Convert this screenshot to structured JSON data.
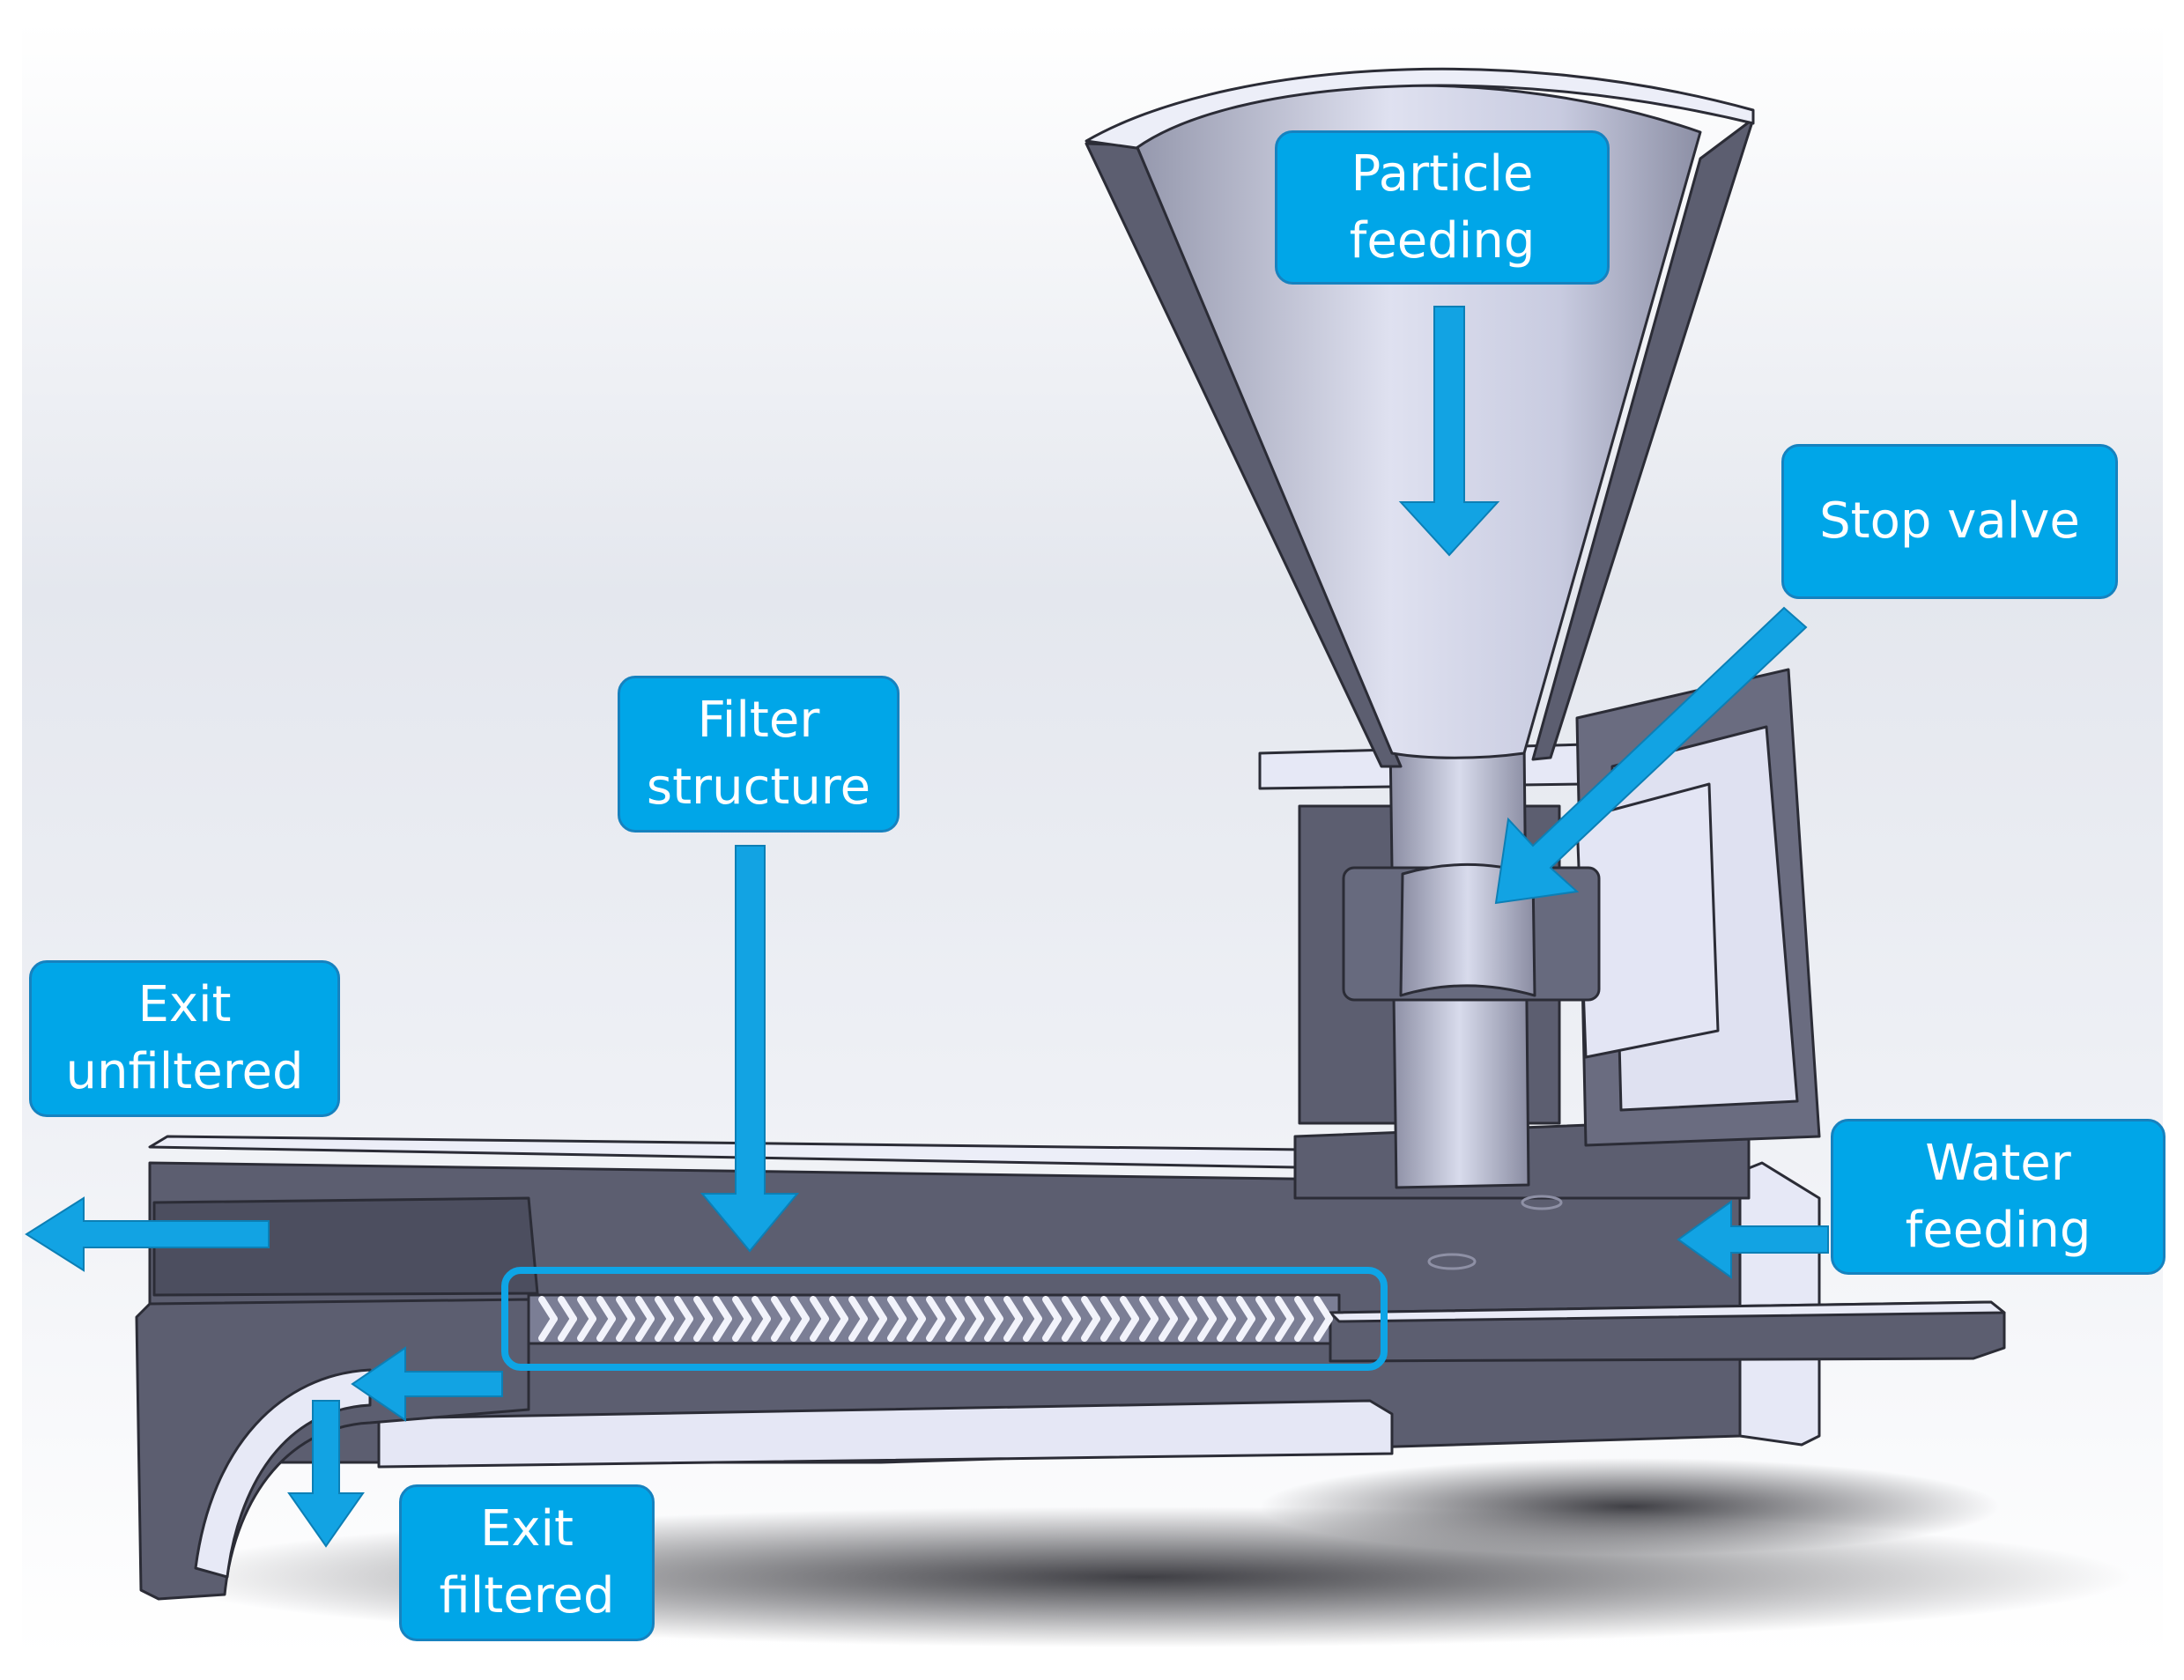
{
  "labels": {
    "particle_feeding": [
      "Particle",
      "feeding"
    ],
    "stop_valve": [
      "Stop valve"
    ],
    "filter_structure": [
      "Filter",
      "structure"
    ],
    "exit_unfiltered": [
      "Exit",
      "unfiltered"
    ],
    "water_feeding": [
      "Water",
      "feeding"
    ],
    "exit_filtered": [
      "Exit",
      "filtered"
    ]
  },
  "colors": {
    "callout_fill": "#00a6e8",
    "callout_border": "#1682bf",
    "arrow": "#12a3e3",
    "body_dark": "#5a5c6e",
    "body_light": "#e9ebf7"
  }
}
